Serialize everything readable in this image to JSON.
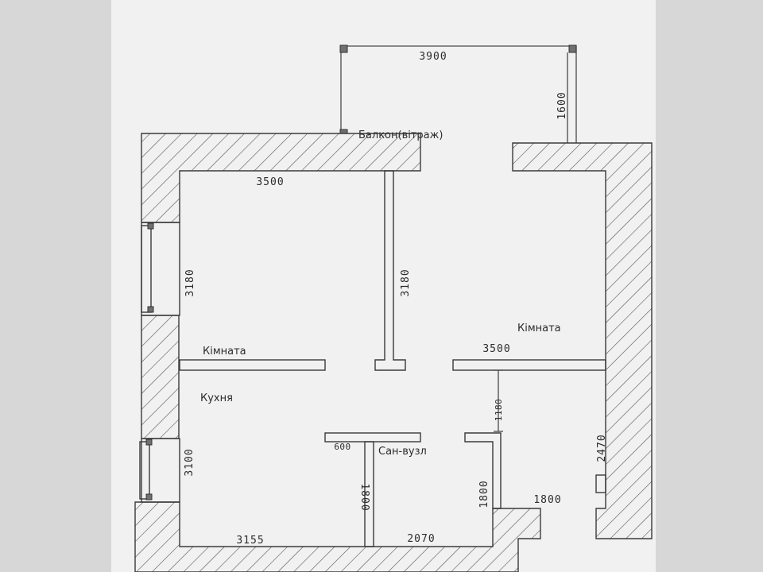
{
  "labels": {
    "balcony": "Балкон(вітраж)",
    "room_left": "Кімната",
    "room_right": "Кімната",
    "kitchen": "Кухня",
    "bathroom": "Сан-вузл"
  },
  "dimensions": {
    "balcony_width": "3900",
    "balcony_depth": "1600",
    "room_left_width": "3500",
    "room_left_height": "3180",
    "center_wall_length": "3180",
    "room_right_width": "3500",
    "corridor_1180": "1180",
    "right_height": "2470",
    "kitchen_height": "3100",
    "bath_partition": "600",
    "bath_wall": "1800",
    "bath_right_wall": "1800",
    "hall_width": "1800",
    "bottom_left": "3155",
    "bottom_right": "2070"
  }
}
